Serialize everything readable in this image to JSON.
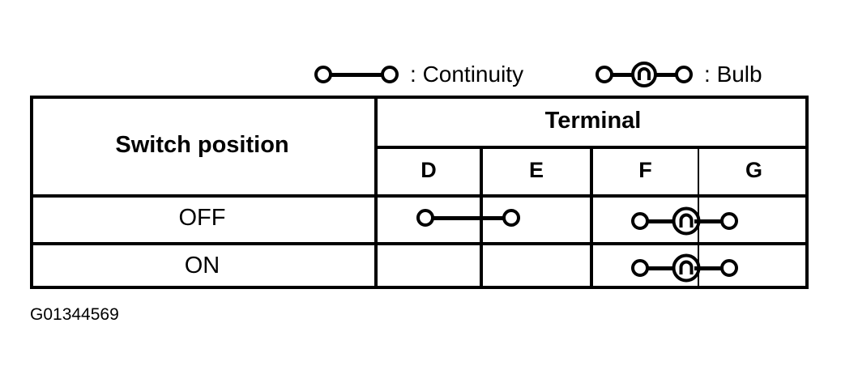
{
  "legend": {
    "items": [
      {
        "id": "continuity",
        "symbol": "circle-wire-circle",
        "separator": ":",
        "label": "Continuity"
      },
      {
        "id": "bulb",
        "symbol": "circle-wire-bulb-wire-circle",
        "separator": ":",
        "label": "Bulb"
      }
    ]
  },
  "table": {
    "row_header_label": "Switch position",
    "group_header_label": "Terminal",
    "columns": [
      "D",
      "E",
      "F",
      "G"
    ],
    "rows": [
      {
        "position": "OFF",
        "connections": [
          {
            "type": "continuity",
            "from": "D",
            "to": "E"
          },
          {
            "type": "bulb",
            "from": "F",
            "to": "G"
          }
        ]
      },
      {
        "position": "ON",
        "connections": [
          {
            "type": "bulb",
            "from": "F",
            "to": "G"
          }
        ]
      }
    ]
  },
  "caption": {
    "text": "G01344569"
  },
  "colors": {
    "ink": "#000000",
    "paper": "#ffffff"
  }
}
